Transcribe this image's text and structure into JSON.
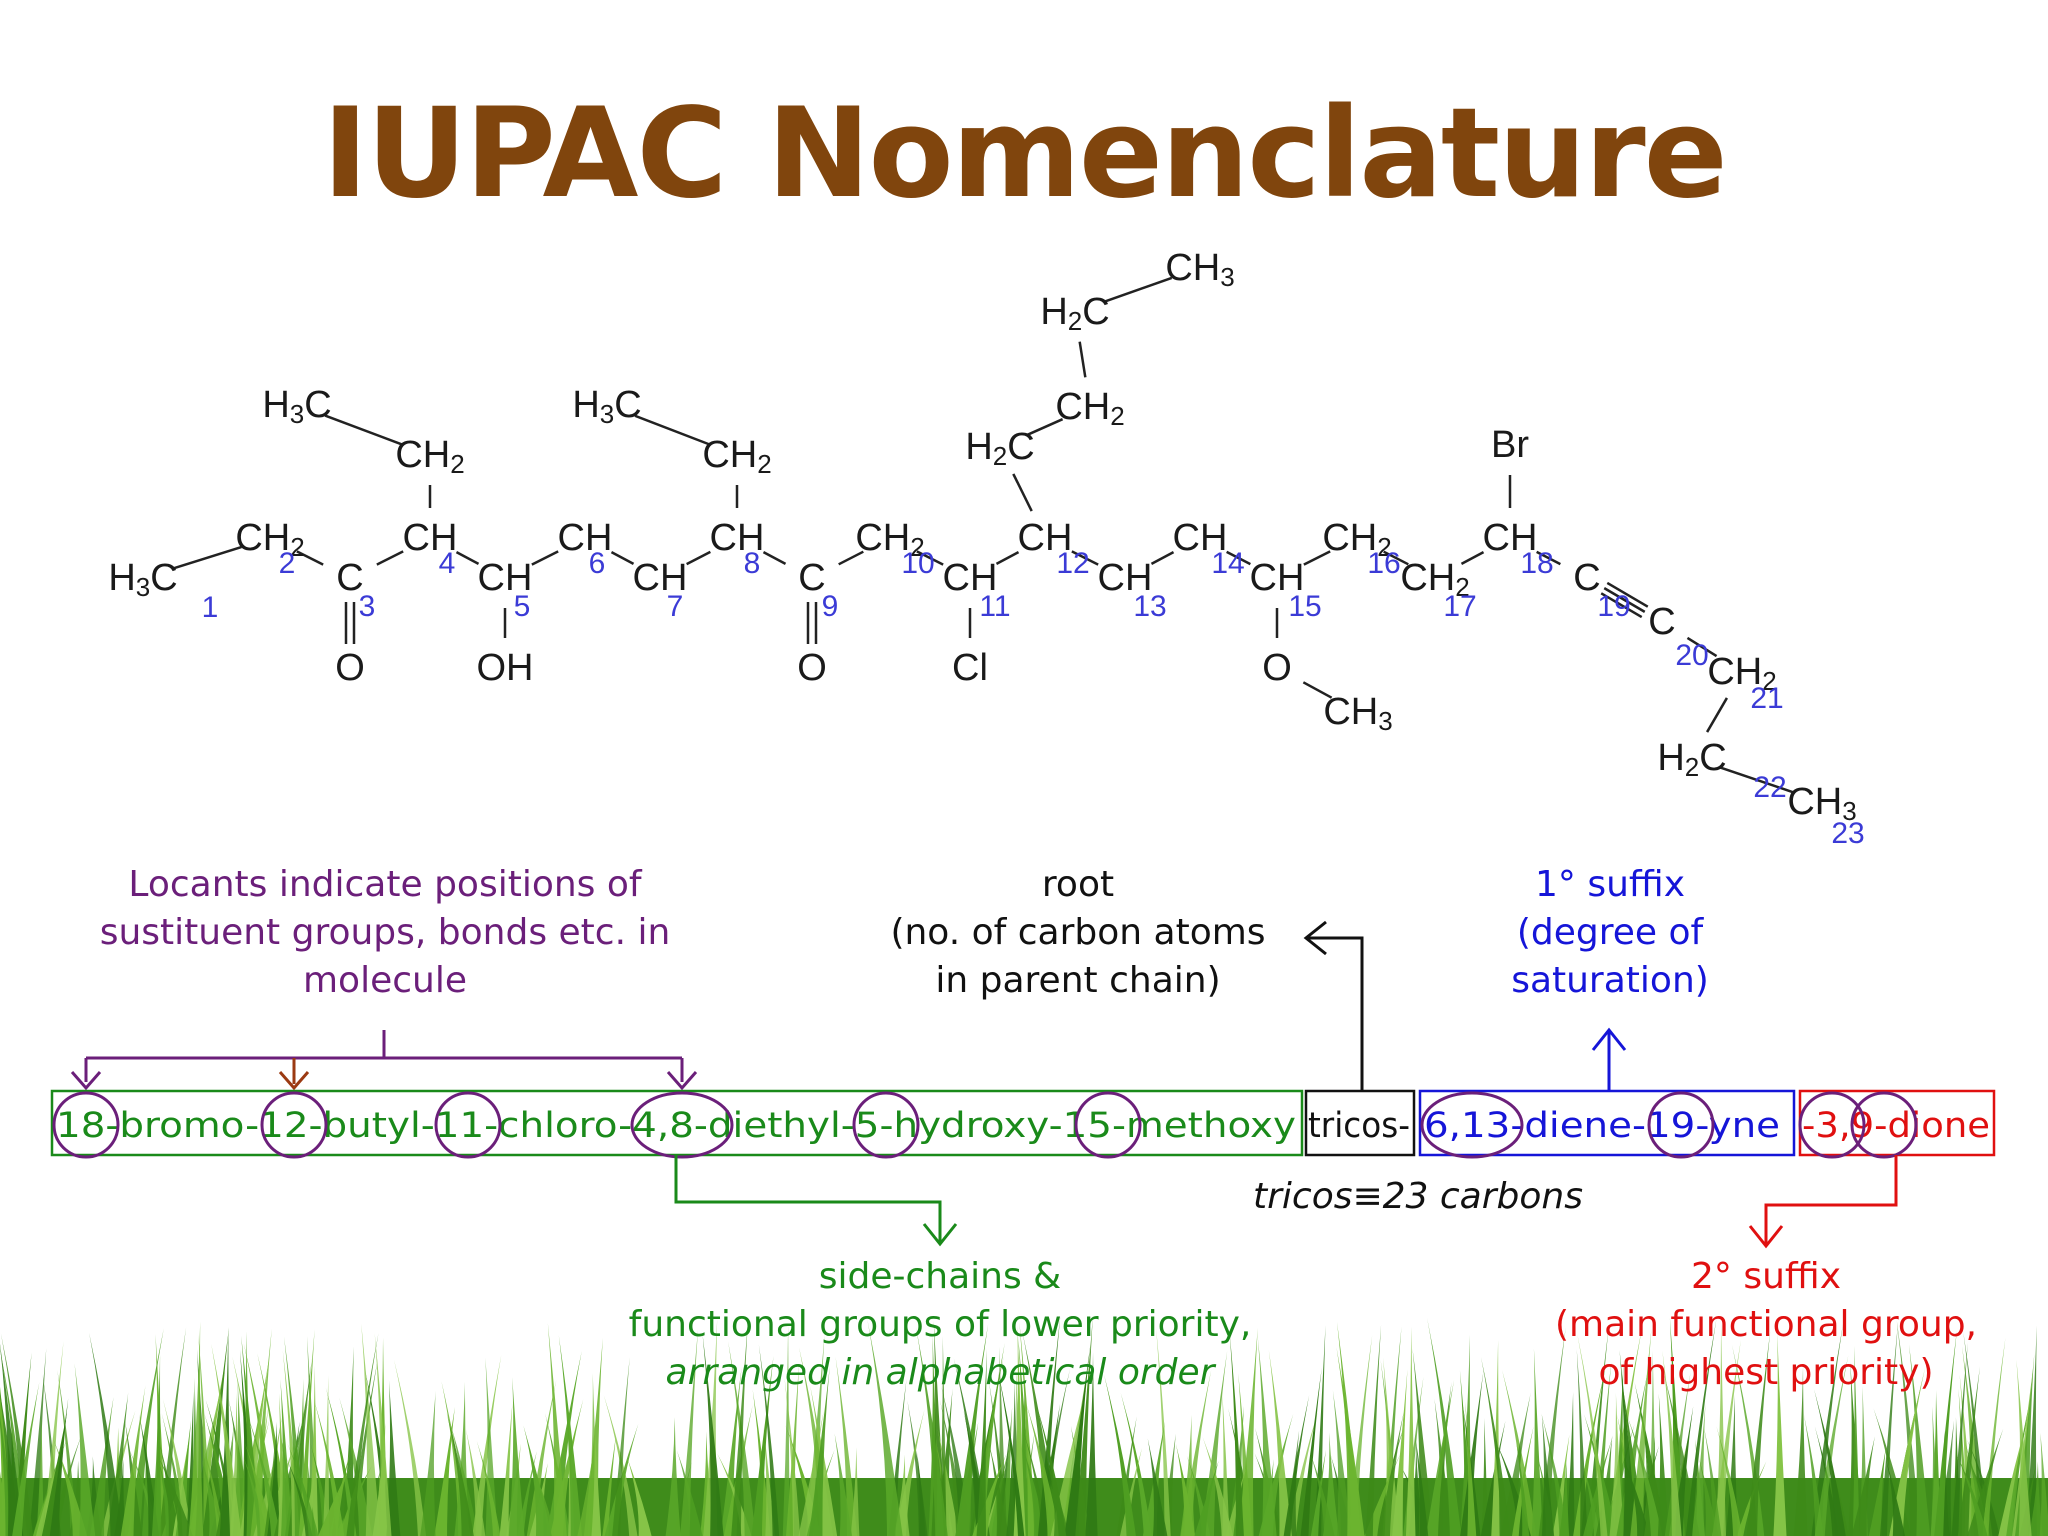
{
  "title": "IUPAC Nomenclature",
  "colors": {
    "title": "#80450d",
    "bond": "#222222",
    "locant": "#3b3bd6",
    "purple": "#6b1f7a",
    "green": "#1a8a1a",
    "blue": "#1515d8",
    "red": "#e01010",
    "black": "#111111",
    "brown": "#9b3a12"
  },
  "molecule": {
    "atoms": [
      {
        "id": "h3c_1",
        "label": "H",
        "sub": "3",
        "tail": "C"
      },
      {
        "id": "ch2_2",
        "label": "CH",
        "sub": "2"
      },
      {
        "id": "c_3",
        "label": "C"
      },
      {
        "id": "o_3",
        "label": "O"
      },
      {
        "id": "ch_4",
        "label": "CH"
      },
      {
        "id": "ch2_4b",
        "label": "CH",
        "sub": "2"
      },
      {
        "id": "h3c_4b",
        "label": "H",
        "sub": "3",
        "tail": "C"
      },
      {
        "id": "ch_5",
        "label": "CH"
      },
      {
        "id": "oh_5",
        "label": "OH"
      },
      {
        "id": "ch_6",
        "label": "CH"
      },
      {
        "id": "ch_7",
        "label": "CH"
      },
      {
        "id": "ch_8",
        "label": "CH"
      },
      {
        "id": "ch2_8b",
        "label": "CH",
        "sub": "2"
      },
      {
        "id": "h3c_8b",
        "label": "H",
        "sub": "3",
        "tail": "C"
      },
      {
        "id": "c_9",
        "label": "C"
      },
      {
        "id": "o_9",
        "label": "O"
      },
      {
        "id": "ch2_10",
        "label": "CH",
        "sub": "2"
      },
      {
        "id": "ch_11",
        "label": "CH"
      },
      {
        "id": "cl_11",
        "label": "Cl"
      },
      {
        "id": "ch_12",
        "label": "CH"
      },
      {
        "id": "h2c_12a",
        "label": "H",
        "sub": "2",
        "tail": "C"
      },
      {
        "id": "ch2_12b",
        "label": "CH",
        "sub": "2"
      },
      {
        "id": "h2c_12c",
        "label": "H",
        "sub": "2",
        "tail": "C"
      },
      {
        "id": "ch3_12d",
        "label": "CH",
        "sub": "3"
      },
      {
        "id": "ch_13",
        "label": "CH"
      },
      {
        "id": "ch_14",
        "label": "CH"
      },
      {
        "id": "ch_15",
        "label": "CH"
      },
      {
        "id": "o_15",
        "label": "O"
      },
      {
        "id": "ch3_15",
        "label": "CH",
        "sub": "3"
      },
      {
        "id": "ch2_16",
        "label": "CH",
        "sub": "2"
      },
      {
        "id": "ch2_17",
        "label": "CH",
        "sub": "2"
      },
      {
        "id": "ch_18",
        "label": "CH"
      },
      {
        "id": "br_18",
        "label": "Br"
      },
      {
        "id": "c_19",
        "label": "C"
      },
      {
        "id": "c_20",
        "label": "C"
      },
      {
        "id": "ch2_21",
        "label": "CH",
        "sub": "2"
      },
      {
        "id": "h2c_22",
        "label": "H",
        "sub": "2",
        "tail": "C"
      },
      {
        "id": "ch3_23",
        "label": "CH",
        "sub": "3"
      }
    ],
    "locants": [
      "1",
      "2",
      "3",
      "4",
      "5",
      "6",
      "7",
      "8",
      "9",
      "10",
      "11",
      "12",
      "13",
      "14",
      "15",
      "16",
      "17",
      "18",
      "19",
      "20",
      "21",
      "22",
      "23"
    ]
  },
  "captions": {
    "locants": [
      "Locants indicate positions of",
      "sustituent groups, bonds etc. in",
      "molecule"
    ],
    "root": [
      "root",
      "(no. of carbon atoms",
      "in parent chain)"
    ],
    "suffix1": [
      "1° suffix",
      "(degree of",
      "saturation)"
    ],
    "sidechains": [
      "side-chains &",
      "functional groups of lower priority,",
      "arranged in alphabetical order"
    ],
    "suffix2": [
      "2° suffix",
      "(main functional group,",
      "of highest priority)"
    ],
    "tricos_note": "tricos≡23 carbons"
  },
  "name_parts": {
    "prefix": "18-bromo-12-butyl-11-chloro-4,8-diethyl-5-hydroxy-15-methoxy",
    "root": "tricos-",
    "suffix1": "6,13-diene-19-yne",
    "suffix2": "-3,9-dione"
  }
}
